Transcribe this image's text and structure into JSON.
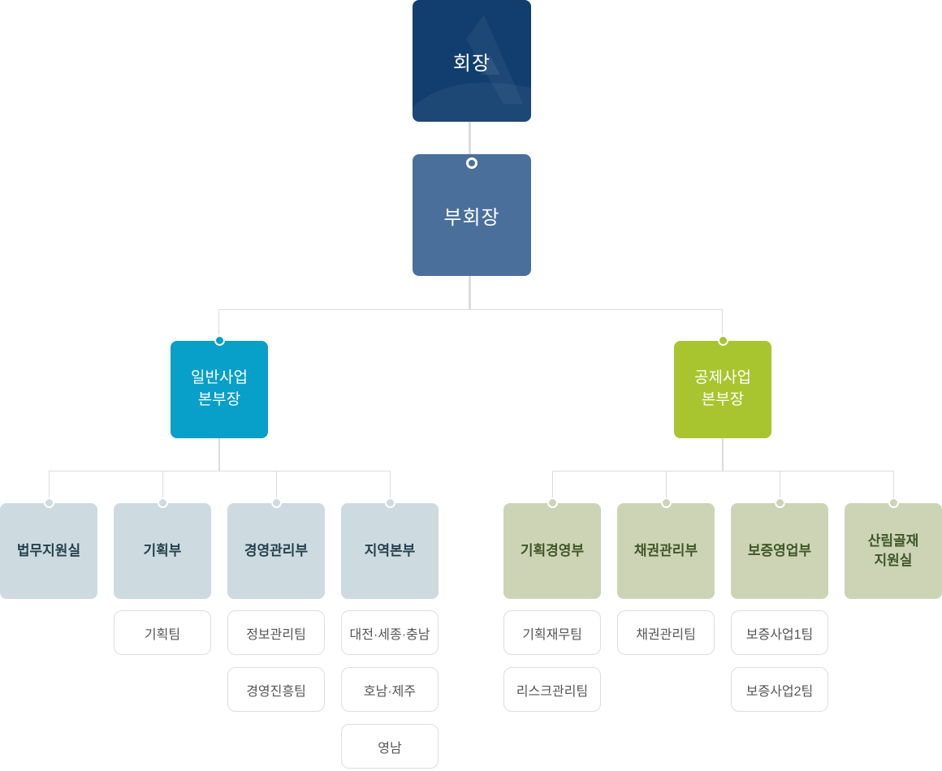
{
  "org": {
    "chairman": {
      "label": "회장"
    },
    "vice_chairman": {
      "label": "부회장"
    },
    "branches": [
      {
        "label": "일반사업\n본부장"
      },
      {
        "label": "공제사업\n본부장"
      }
    ],
    "left_departments": [
      {
        "label": "법무지원실",
        "teams": []
      },
      {
        "label": "기획부",
        "teams": [
          "기획팀"
        ]
      },
      {
        "label": "경영관리부",
        "teams": [
          "정보관리팀",
          "경영진흥팀"
        ]
      },
      {
        "label": "지역본부",
        "teams": [
          "대전·세종·충남",
          "호남·제주",
          "영남"
        ]
      }
    ],
    "right_departments": [
      {
        "label": "기획경영부",
        "teams": [
          "기획재무팀",
          "리스크관리팀"
        ]
      },
      {
        "label": "채권관리부",
        "teams": [
          "채권관리팀"
        ]
      },
      {
        "label": "보증영업부",
        "teams": [
          "보증사업1팀",
          "보증사업2팀"
        ]
      },
      {
        "label": "산림골재\n지원실",
        "teams": []
      }
    ],
    "colors": {
      "chairman": "#113e6e",
      "vice_chairman": "#4a6f9b",
      "general_branch": "#089fc8",
      "mutual_branch": "#a8c52f",
      "left_dept_bg": "#cddbe1",
      "right_dept_bg": "#cdd4b6",
      "left_dept_text": "#25414d",
      "right_dept_text": "#3f5727",
      "connector": "#dcdcdc"
    }
  }
}
